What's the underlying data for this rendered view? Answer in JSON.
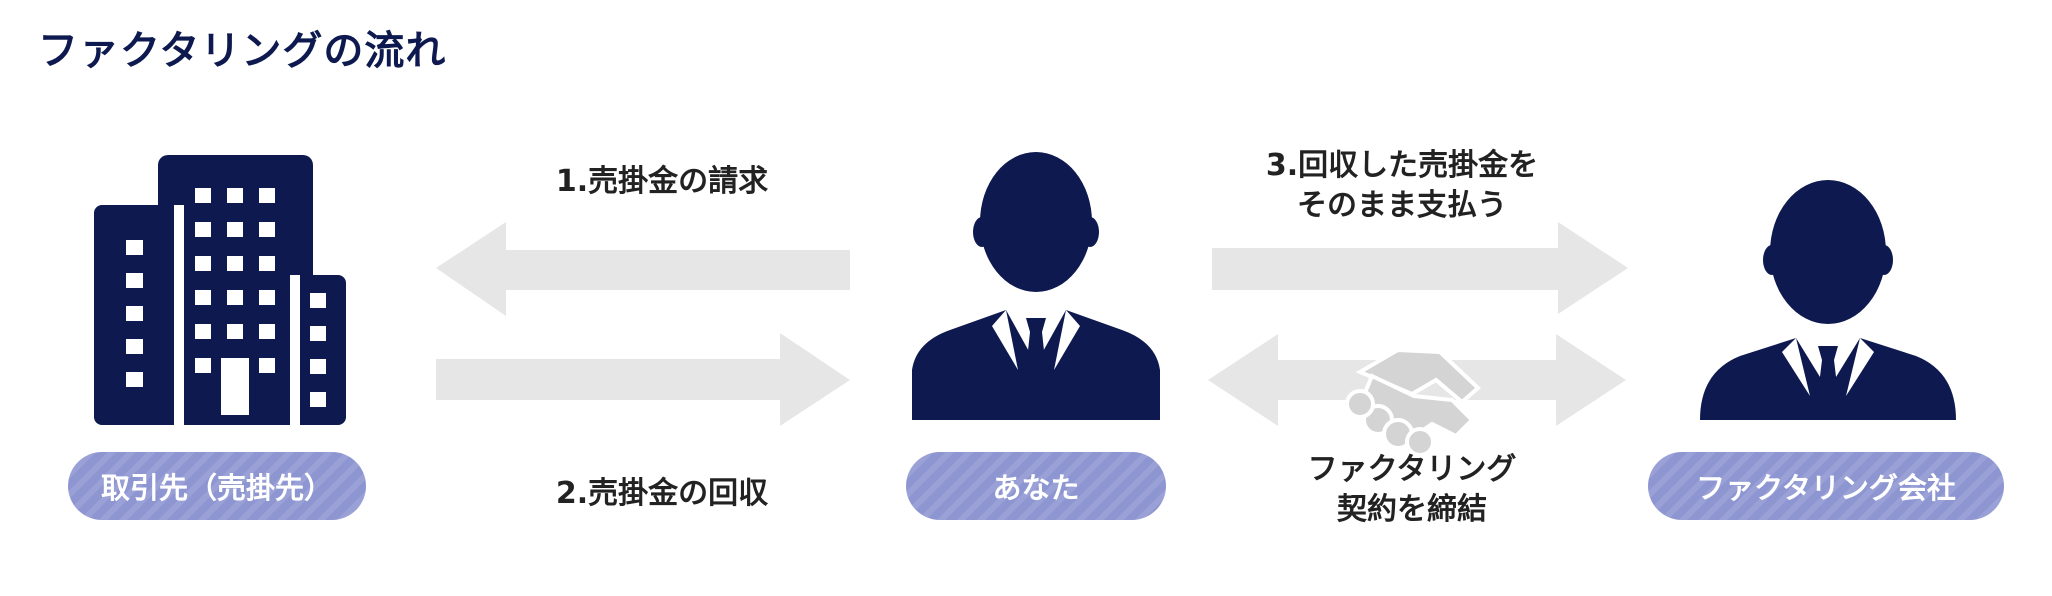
{
  "title": "ファクタリングの流れ",
  "nodes": {
    "client": {
      "label": "取引先（売掛先）"
    },
    "you": {
      "label": "あなた"
    },
    "factor": {
      "label": "ファクタリング会社"
    }
  },
  "steps": {
    "step1": {
      "label": "1.売掛金の請求"
    },
    "step2": {
      "label": "2.売掛金の回収"
    },
    "step3": {
      "line1": "3.回収した売掛金を",
      "line2": "そのまま支払う"
    },
    "contract": {
      "line1": "ファクタリング",
      "line2": "契約を締結"
    }
  },
  "colors": {
    "navy": "#0e1a4f",
    "pill": "#8e96d2",
    "arrow": "#e6e6e6",
    "handshake": "#d6d6d6"
  },
  "icons": {
    "client": "office-building-icon",
    "you": "businessman-icon",
    "factor": "businessman-icon",
    "contract": "handshake-icon"
  }
}
